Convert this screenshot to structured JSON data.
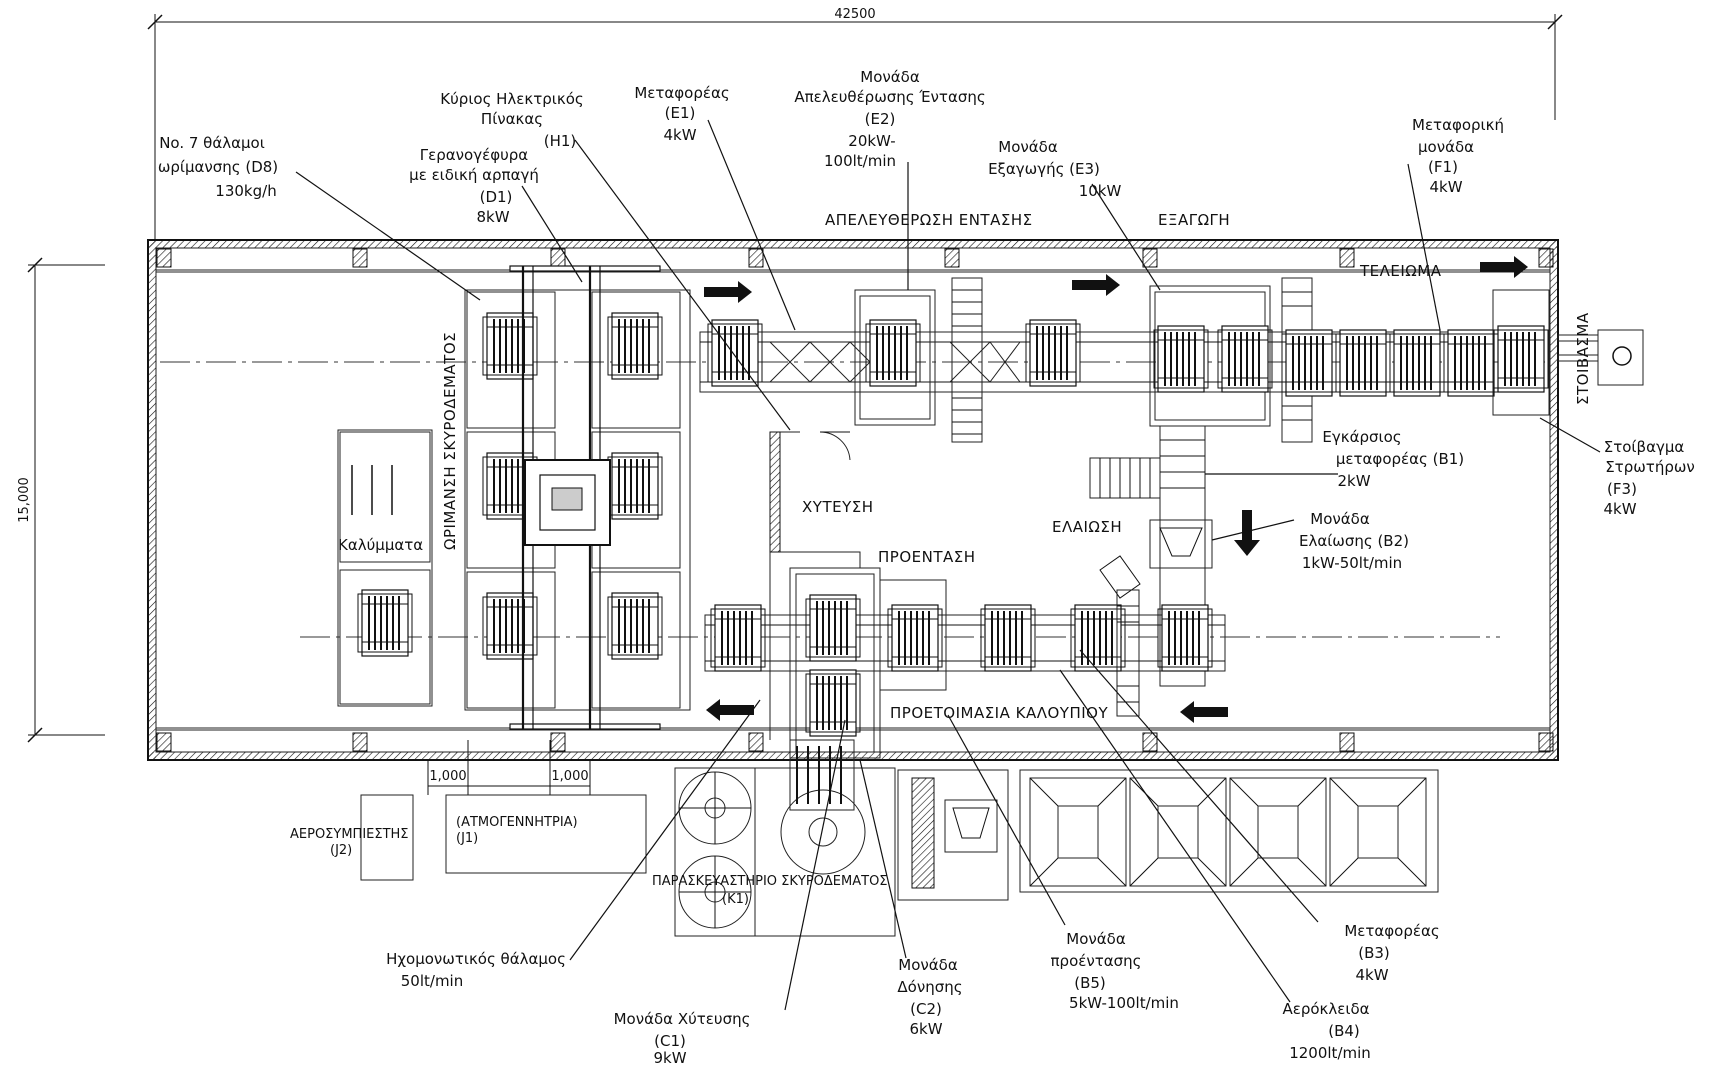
{
  "dimensions": {
    "overall_length": "42500",
    "overall_width": "15,000",
    "gap_left": "1,000",
    "gap_right": "1,000"
  },
  "zones": {
    "stress_release": "ΑΠΕΛΕΥΘΕΡΩΣΗ ΕΝΤΑΣΗΣ",
    "extraction": "ΕΞΑΓΩΓΗ",
    "finishing": "ΤΕΛΕΙΩΜΑ",
    "stacking": "ΣΤΟΙΒΑΣΜΑ",
    "curing": "ΩΡΙΜΑΝΣΗ ΣΚΥΡΟΔΕΜΑΤΟΣ",
    "covers": "Καλύμματα",
    "casting": "ΧΥΤΕΥΣΗ",
    "pretension": "ΠΡΟΕΝΤΑΣΗ",
    "lubrication": "ΕΛΑΙΩΣΗ",
    "mould_prep": "ΠΡΟΕΤΟΙΜΑΣΙΑ ΚΑΛΟΥΠΙΟΥ",
    "concrete_plant": "ΠΑΡΑΣΚΕΥΑΣΤΗΡΙΟ ΣΚΥΡΟΔΕΜΑΤΟΣ",
    "concrete_plant_id": "(K1)",
    "compressor": "ΑΕΡΟΣΥΜΠΙΕΣΤΗΣ",
    "compressor_id": "(J2)",
    "steam_gen": "(ΑΤΜΟΓΕΝΝΗΤΡΙΑ)",
    "steam_gen_id": "(J1)"
  },
  "callouts": {
    "d8": [
      "No. 7 θάλαμοι",
      "ωρίμανσης  (D8)",
      "130kg/h"
    ],
    "h1": [
      "Κύριος Ηλεκτρικός",
      "Πίνακας",
      "(H1)"
    ],
    "d1": [
      "Γερανογέφυρα",
      "με ειδική αρπαγή",
      "(D1)",
      "8kW"
    ],
    "e1": [
      "Μεταφορέας",
      "(E1)",
      "4kW"
    ],
    "e2": [
      "Μονάδα",
      "Απελευθέρωσης Έντασης",
      "(E2)",
      "20kW-",
      "100lt/min"
    ],
    "e3": [
      "Μονάδα",
      "Εξαγωγής  (E3)",
      "10kW"
    ],
    "f1": [
      "Μεταφορική",
      "μονάδα",
      "(F1)",
      "4kW"
    ],
    "b1": [
      "Εγκάρσιος",
      "μεταφορέας (B1)",
      "2kW"
    ],
    "f3": [
      "Στοίβαγμα",
      "Στρωτήρων",
      "(F3)",
      "4kW"
    ],
    "b2": [
      "Μονάδα",
      "Ελαίωσης (B2)",
      "1kW-50lt/min"
    ],
    "b3": [
      "Μεταφορέας",
      "(B3)",
      "4kW"
    ],
    "b4": [
      "Αερόκλειδα",
      "(B4)",
      "1200lt/min"
    ],
    "b5": [
      "Μονάδα",
      "προέντασης",
      "(B5)",
      "5kW-100lt/min"
    ],
    "c2": [
      "Μονάδα",
      "Δόνησης",
      "(C2)",
      "6kW"
    ],
    "c1": [
      "Μονάδα Χύτευσης",
      "(C1)",
      "9kW"
    ],
    "soundproof": [
      "Ηχομονωτικός θάλαμος",
      "50lt/min"
    ]
  }
}
